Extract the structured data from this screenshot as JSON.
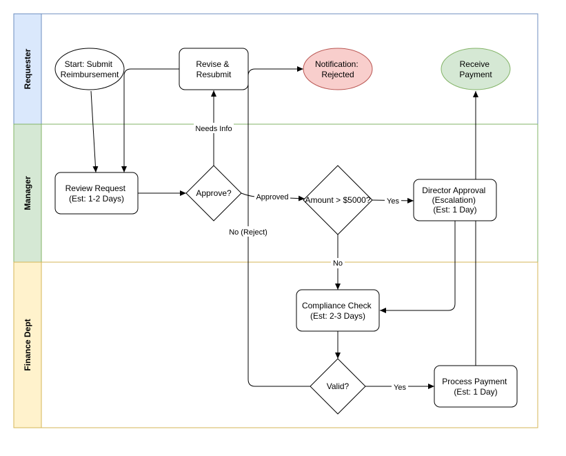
{
  "lanes": [
    {
      "id": "requester",
      "title": "Requester",
      "fill": "#dae8fc",
      "stroke": "#6c8ebf"
    },
    {
      "id": "manager",
      "title": "Manager",
      "fill": "#d5e8d4",
      "stroke": "#82b366"
    },
    {
      "id": "finance",
      "title": "Finance Dept",
      "fill": "#fff2cc",
      "stroke": "#d6b656"
    }
  ],
  "nodes": {
    "start": {
      "lines": [
        "Start: Submit",
        "Reimbursement"
      ],
      "fill": "#ffffff",
      "stroke": "#000000"
    },
    "revise": {
      "lines": [
        "Revise &",
        "Resubmit"
      ],
      "fill": "#ffffff",
      "stroke": "#000000"
    },
    "notify_rejected": {
      "lines": [
        "Notification:",
        "Rejected"
      ],
      "fill": "#f8cecc",
      "stroke": "#b85450"
    },
    "receive_payment": {
      "lines": [
        "Receive",
        "Payment"
      ],
      "fill": "#d5e8d4",
      "stroke": "#82b366"
    },
    "review": {
      "lines": [
        "Review Request",
        "(Est: 1-2 Days)"
      ],
      "fill": "#ffffff",
      "stroke": "#000000"
    },
    "approve": {
      "lines": [
        "Approve?"
      ],
      "fill": "#ffffff",
      "stroke": "#000000"
    },
    "amount": {
      "lines": [
        "Amount > $5000?"
      ],
      "fill": "#ffffff",
      "stroke": "#000000"
    },
    "director": {
      "lines": [
        "Director Approval",
        "(Escalation)",
        "(Est: 1 Day)"
      ],
      "fill": "#ffffff",
      "stroke": "#000000"
    },
    "compliance": {
      "lines": [
        "Compliance Check",
        "(Est: 2-3 Days)"
      ],
      "fill": "#ffffff",
      "stroke": "#000000"
    },
    "valid": {
      "lines": [
        "Valid?"
      ],
      "fill": "#ffffff",
      "stroke": "#000000"
    },
    "process": {
      "lines": [
        "Process Payment",
        "(Est: 1 Day)"
      ],
      "fill": "#ffffff",
      "stroke": "#000000"
    }
  },
  "edge_labels": {
    "needs_info": "Needs Info",
    "approved": "Approved",
    "reject": "No (Reject)",
    "amount_yes": "Yes",
    "amount_no": "No",
    "valid_yes": "Yes"
  },
  "colors": {
    "edge": "#000000",
    "lane_border": "#000000"
  }
}
